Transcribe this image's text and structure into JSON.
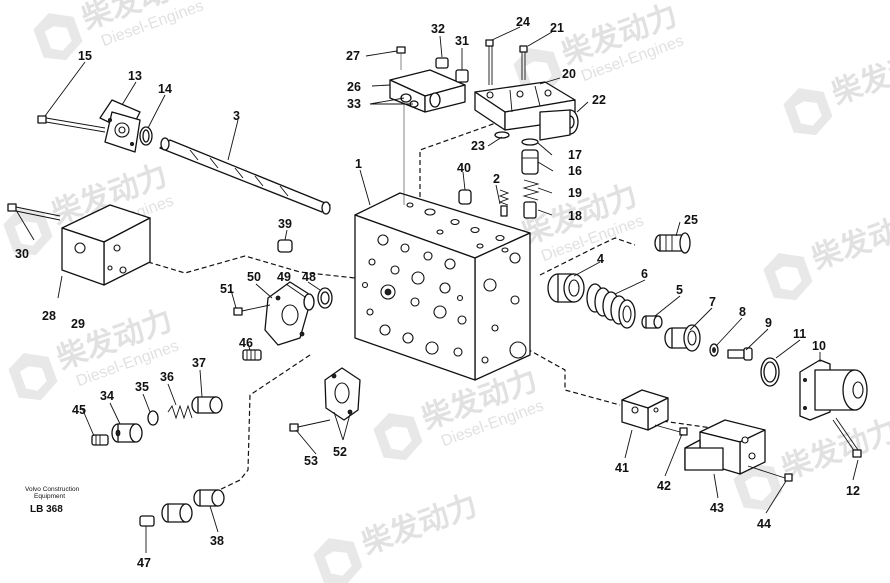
{
  "watermark": {
    "cn": "柴发动力",
    "en": "Diesel-Engines"
  },
  "caption": {
    "line1": "Volvo Construction",
    "line2": "Equipment",
    "code": "LB 368"
  },
  "callouts": [
    "1",
    "2",
    "3",
    "4",
    "5",
    "6",
    "7",
    "8",
    "9",
    "10",
    "11",
    "12",
    "13",
    "14",
    "15",
    "16",
    "17",
    "18",
    "19",
    "20",
    "21",
    "22",
    "23",
    "24",
    "25",
    "26",
    "27",
    "28",
    "29",
    "30",
    "31",
    "32",
    "33",
    "34",
    "35",
    "36",
    "37",
    "38",
    "39",
    "40",
    "41",
    "42",
    "43",
    "44",
    "45",
    "46",
    "47",
    "48",
    "49",
    "50",
    "51",
    "52",
    "53"
  ]
}
